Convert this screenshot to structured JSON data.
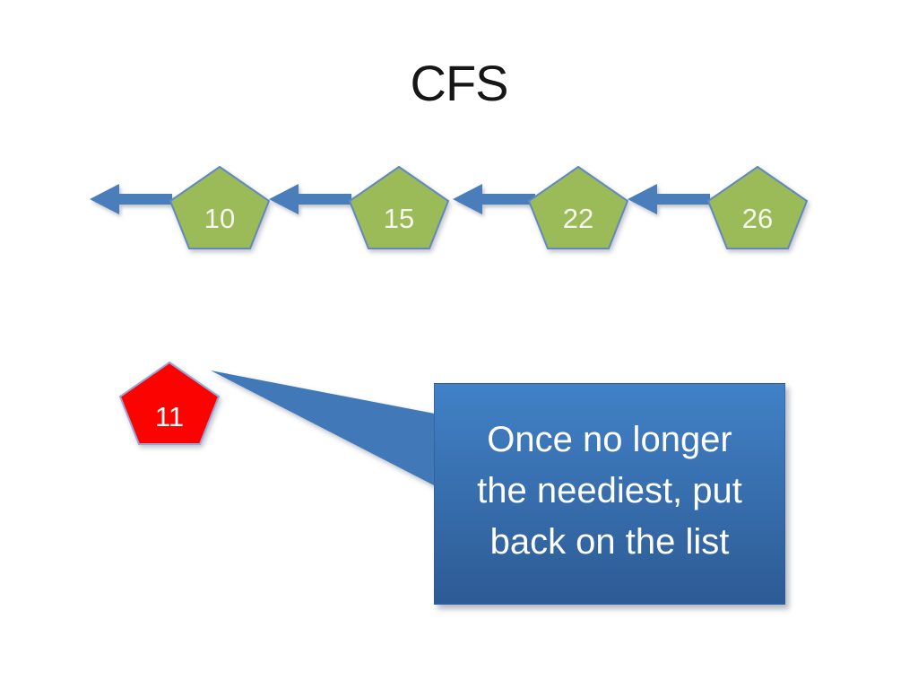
{
  "slide": {
    "title": "CFS",
    "background_color": "#ffffff",
    "title_color": "#161616"
  },
  "run_queue": {
    "nodes": [
      {
        "label": "10"
      },
      {
        "label": "15"
      },
      {
        "label": "22"
      },
      {
        "label": "26"
      }
    ],
    "node_fill": "#9bbb59",
    "node_border": "#6288bd",
    "node_label_color": "#f7f6ec",
    "arrow_color": "#4a7ebb"
  },
  "selected_task": {
    "label": "11",
    "fill": "#fb0300",
    "border": "#99a5d4",
    "label_color": "#ffffff"
  },
  "callout": {
    "lines": [
      "Once no longer",
      "the neediest, put",
      "back on the list"
    ],
    "fill_top": "#4181c7",
    "fill_bottom": "#2d5b94",
    "pointer_color": "#4178b8",
    "text_color": "#ffffff"
  }
}
